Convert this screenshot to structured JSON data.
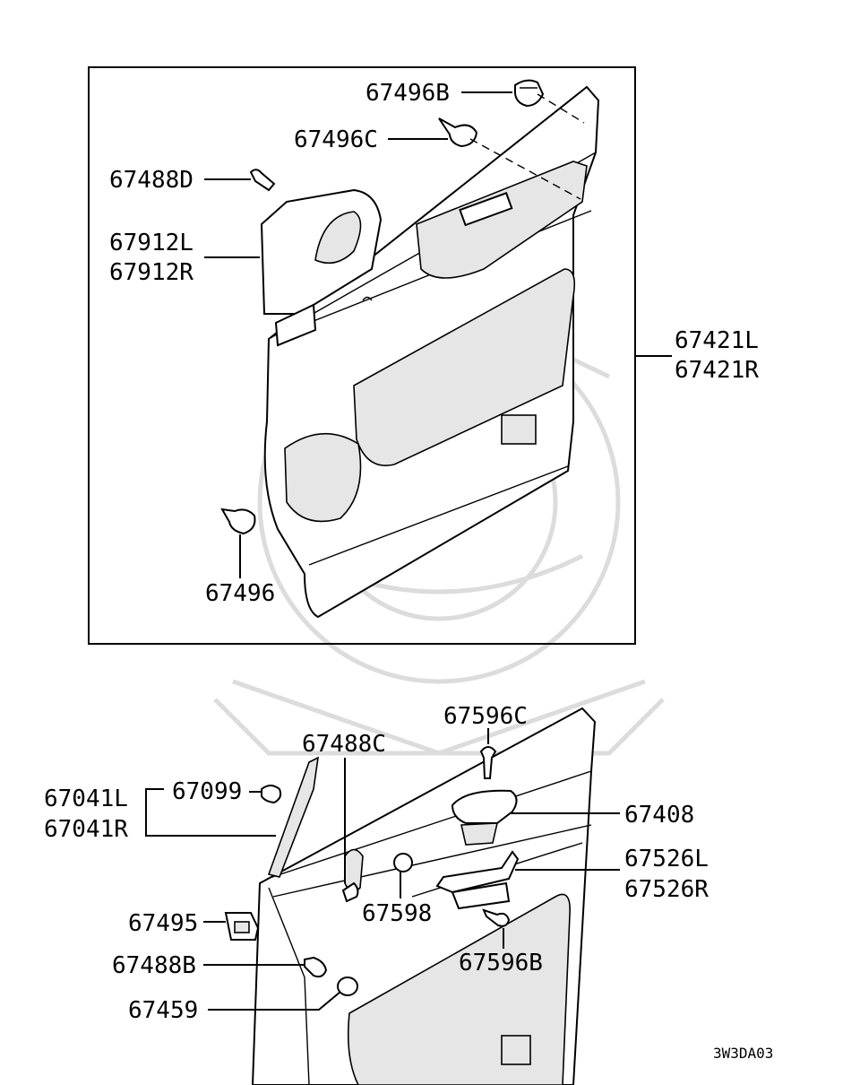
{
  "diagram": {
    "labels": {
      "p67496B": "67496B",
      "p67496C": "67496C",
      "p67488D": "67488D",
      "p67912L": "67912L",
      "p67912R": "67912R",
      "p67421L": "67421L",
      "p67421R": "67421R",
      "p67496": "67496",
      "p67596C": "67596C",
      "p67488C": "67488C",
      "p67099": "67099",
      "p67041L": "67041L",
      "p67041R": "67041R",
      "p67408": "67408",
      "p67526L": "67526L",
      "p67526R": "67526R",
      "p67598": "67598",
      "p67495": "67495",
      "p67488B": "67488B",
      "p67596B": "67596B",
      "p67459": "67459"
    },
    "figure_code": "3W3DA03"
  }
}
